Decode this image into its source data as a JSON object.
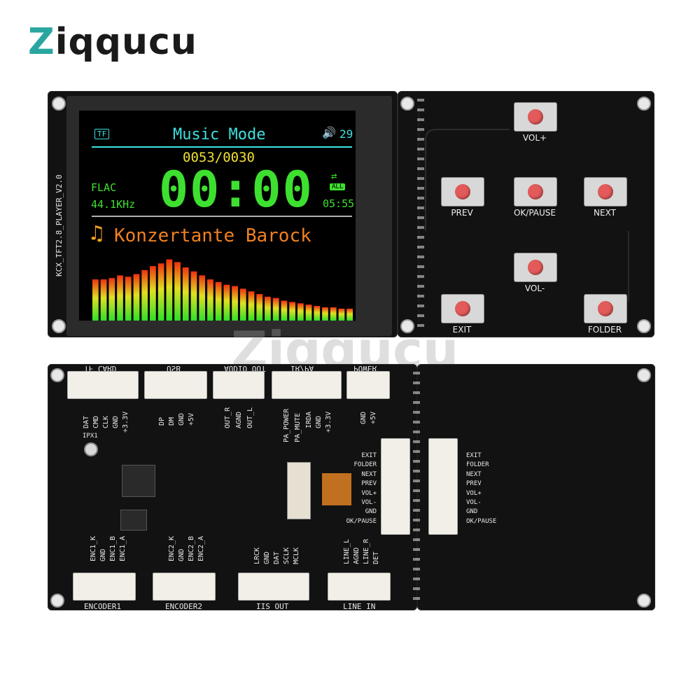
{
  "brand": {
    "prefix": "Z",
    "rest": "iqqucu"
  },
  "watermark": "Ziqqucu",
  "top_board": {
    "vertical_label": "KCX_TFT2.8_PLAYER_V2.0",
    "screen": {
      "tf_icon": "TF",
      "mode": "Music Mode",
      "volume": "29",
      "track": "0053/0030",
      "format": "FLAC",
      "rate": "44.1KHz",
      "time": "00:00",
      "repeat": "ALL",
      "duration": "05:55",
      "song": "Konzertante Barock",
      "spectrum": [
        0.62,
        0.62,
        0.64,
        0.68,
        0.66,
        0.7,
        0.76,
        0.82,
        0.86,
        0.92,
        0.88,
        0.8,
        0.74,
        0.68,
        0.62,
        0.58,
        0.54,
        0.52,
        0.48,
        0.44,
        0.4,
        0.36,
        0.34,
        0.3,
        0.28,
        0.26,
        0.24,
        0.22,
        0.2,
        0.2,
        0.18,
        0.18
      ]
    },
    "buttons": {
      "vol_up": "VOL+",
      "prev": "PREV",
      "ok_pause": "OK/PAUSE",
      "next": "NEXT",
      "vol_down": "VOL-",
      "exit": "EXIT",
      "folder": "FOLDER"
    }
  },
  "bottom_board": {
    "headers": [
      "TF CARD",
      "USB",
      "AUDIO OUT",
      "IR/PA",
      "POWER"
    ],
    "pins_tf": [
      "DAT",
      "CMD",
      "CLK",
      "GND",
      "+3.3V"
    ],
    "pins_usb": [
      "DP",
      "DM",
      "GND",
      "+5V"
    ],
    "pins_audio": [
      "OUT_R",
      "AGND",
      "OUT_L"
    ],
    "pins_ir": [
      "PA_POWER",
      "PA_MUTE",
      "IRDA",
      "GND",
      "+3.3V"
    ],
    "pins_power": [
      "GND",
      "+5V"
    ],
    "ant": "IPX1",
    "key_pins_left": [
      "EXIT",
      "FOLDER",
      "NEXT",
      "PREV",
      "VOL+",
      "VOL-",
      "GND",
      "OK/PAUSE"
    ],
    "key_pins_right": [
      "EXIT",
      "FOLDER",
      "NEXT",
      "PREV",
      "VOL+",
      "VOL-",
      "GND",
      "OK/PAUSE"
    ],
    "enc1_pins": [
      "ENC1_K",
      "GND",
      "ENC1_B",
      "ENC1_A"
    ],
    "enc2_pins": [
      "ENC2_K",
      "GND",
      "ENC2_B",
      "ENC2_A"
    ],
    "iis_pins": [
      "LRCK",
      "GND",
      "DAT",
      "SCLK",
      "MCLK"
    ],
    "line_pins": [
      "LINE_L",
      "AGND",
      "LINE_R",
      "DET"
    ],
    "bottom_labels": [
      "ENCODER1",
      "ENCODER2",
      "IIS OUT",
      "LINE IN"
    ]
  }
}
